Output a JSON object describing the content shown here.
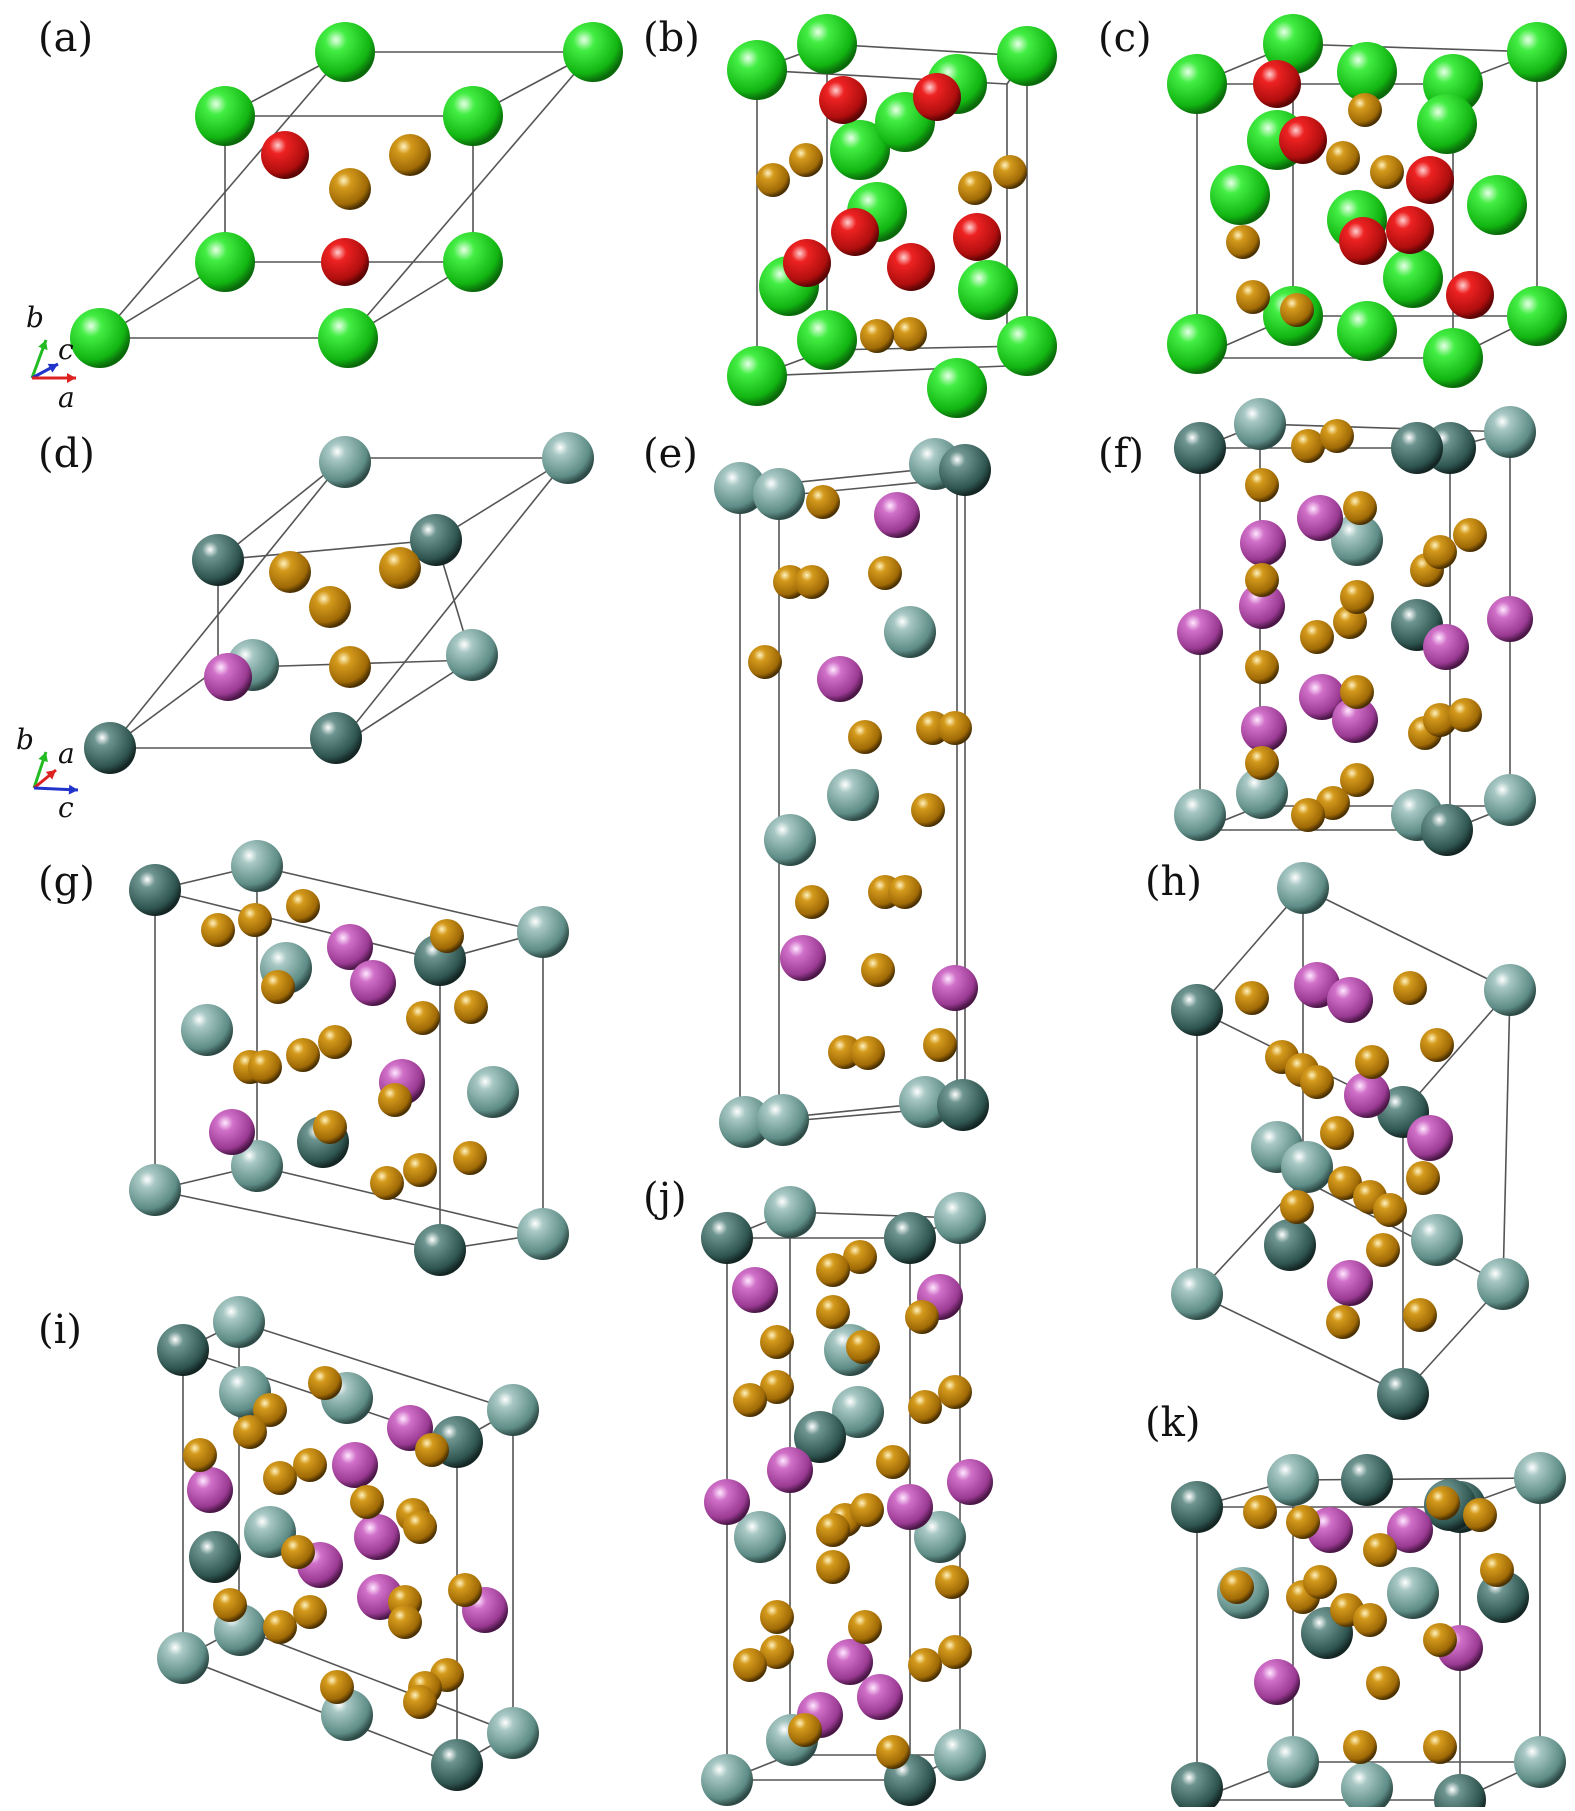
{
  "panels": [
    {
      "id": "a",
      "label": "(a)",
      "axes": [
        "b",
        "c",
        "a"
      ]
    },
    {
      "id": "b",
      "label": "(b)"
    },
    {
      "id": "c",
      "label": "(c)"
    },
    {
      "id": "d",
      "label": "(d)",
      "axes": [
        "b",
        "a",
        "c"
      ]
    },
    {
      "id": "e",
      "label": "(e)"
    },
    {
      "id": "f",
      "label": "(f)"
    },
    {
      "id": "g",
      "label": "(g)"
    },
    {
      "id": "h",
      "label": "(h)"
    },
    {
      "id": "i",
      "label": "(i)"
    },
    {
      "id": "j",
      "label": "(j)"
    },
    {
      "id": "k",
      "label": "(k)"
    }
  ],
  "colors": {
    "green_atom": "#22d122",
    "red_atom": "#cc1111",
    "gold_atom": "#b8860b",
    "teal_atom": "#5e8c86",
    "dark_teal_atom": "#2f5550",
    "magenta_atom": "#b04aa8",
    "cell_edge": "#555555"
  }
}
